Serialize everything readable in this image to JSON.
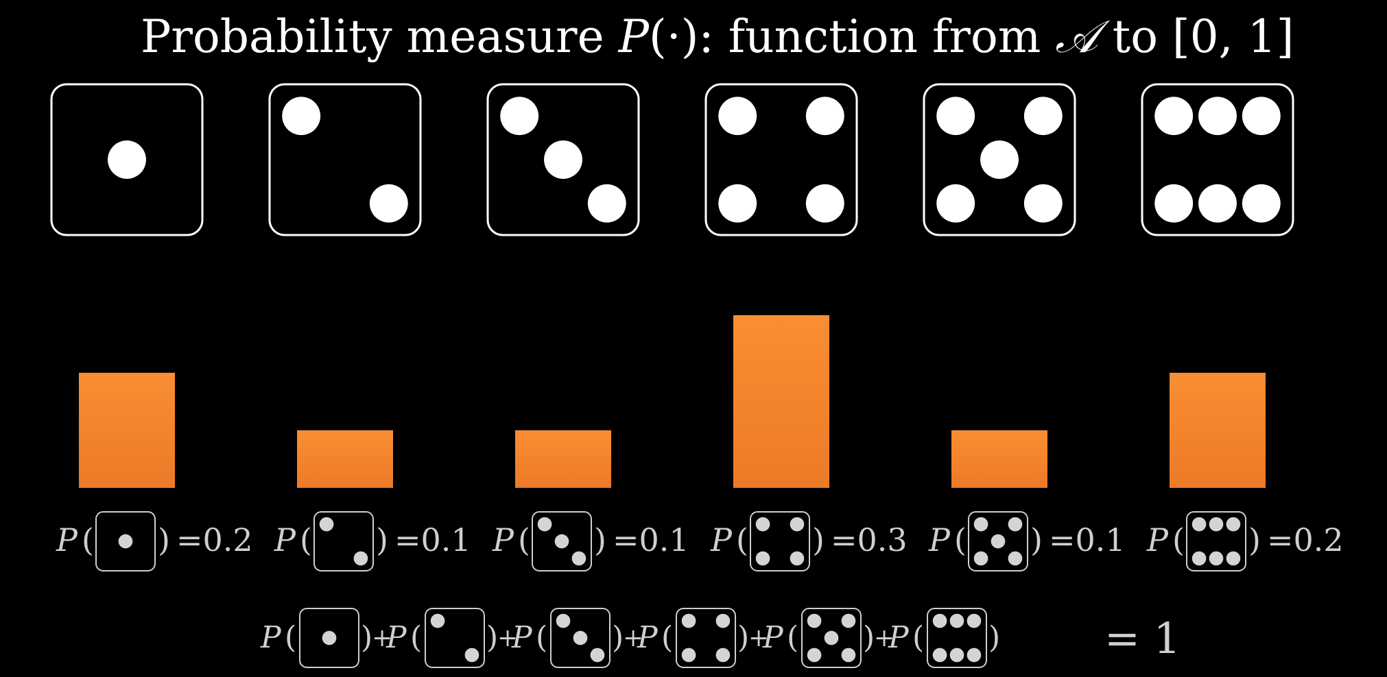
{
  "title": {
    "prefix": "Probability measure ",
    "p_symbol": "P",
    "arg": "(·)",
    "middle": ": function from ",
    "set_symbol": "𝒜",
    "to": " to ",
    "range": "[0, 1]"
  },
  "colors": {
    "background": "#000000",
    "bar_top": "#f98e33",
    "bar_bottom": "#ec7a27",
    "die_stroke": "#ffffff",
    "pip": "#ffffff",
    "label": "#cfcfcf",
    "label_pip": "#d4d4d4"
  },
  "chart_data": {
    "type": "bar",
    "categories": [
      "1",
      "2",
      "3",
      "4",
      "5",
      "6"
    ],
    "values": [
      0.2,
      0.1,
      0.1,
      0.3,
      0.1,
      0.2
    ],
    "value_labels": [
      "=0.2",
      "=0.1",
      "=0.1",
      "=0.3",
      "=0.1",
      "=0.2"
    ],
    "ylim": [
      0,
      0.3
    ],
    "grid": false,
    "legend": "none"
  },
  "labels": {
    "p_symbol": "P",
    "open_paren": "(",
    "close_paren": ")"
  },
  "sum_equation": {
    "plus": "+",
    "result": "= 1"
  }
}
